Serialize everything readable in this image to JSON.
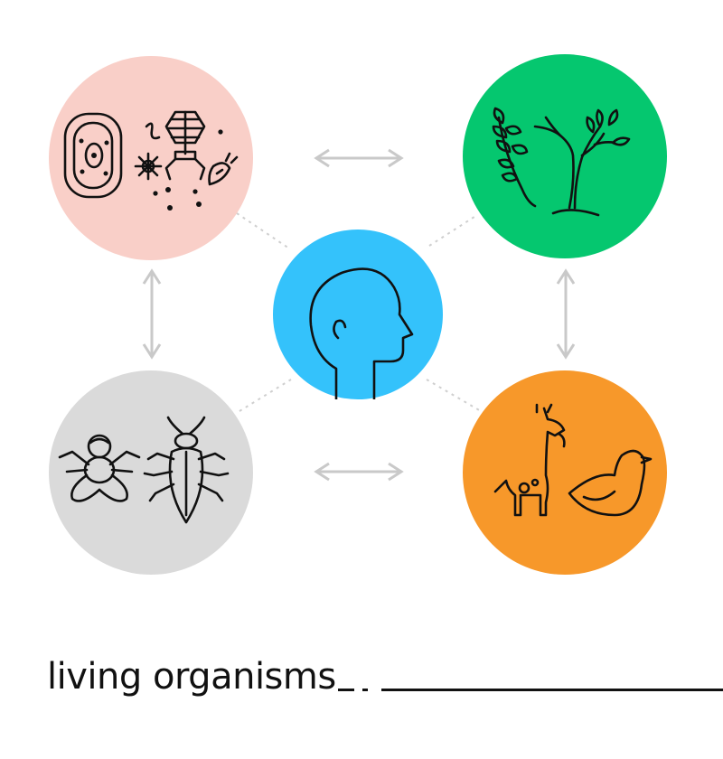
{
  "caption": {
    "text": "living organisms"
  },
  "colors": {
    "microorganisms": "#f9cfc8",
    "plants": "#05c76f",
    "human": "#34c2fb",
    "insects": "#dadada",
    "animals": "#f7982a",
    "arrow": "#c9c9c9",
    "dotted_line": "#cfcfcf",
    "stroke": "#111111"
  },
  "nodes": [
    {
      "id": "microorganisms",
      "icons": [
        "plant-cell-icon",
        "bacteriophage-icon",
        "virus-icon",
        "worm-icon",
        "carrot-bacterium-icon"
      ]
    },
    {
      "id": "plants",
      "icons": [
        "branch-icon",
        "tree-icon"
      ]
    },
    {
      "id": "human",
      "icons": [
        "human-head-icon"
      ]
    },
    {
      "id": "insects",
      "icons": [
        "fly-icon",
        "cockroach-icon"
      ]
    },
    {
      "id": "animals",
      "icons": [
        "giraffe-icon",
        "bird-icon"
      ]
    }
  ],
  "connections": [
    {
      "from": "microorganisms",
      "to": "plants",
      "type": "double-arrow"
    },
    {
      "from": "microorganisms",
      "to": "insects",
      "type": "double-arrow"
    },
    {
      "from": "plants",
      "to": "animals",
      "type": "double-arrow"
    },
    {
      "from": "insects",
      "to": "animals",
      "type": "double-arrow"
    },
    {
      "from": "human",
      "to": "microorganisms",
      "type": "dotted"
    },
    {
      "from": "human",
      "to": "plants",
      "type": "dotted"
    },
    {
      "from": "human",
      "to": "insects",
      "type": "dotted"
    },
    {
      "from": "human",
      "to": "animals",
      "type": "dotted"
    }
  ]
}
